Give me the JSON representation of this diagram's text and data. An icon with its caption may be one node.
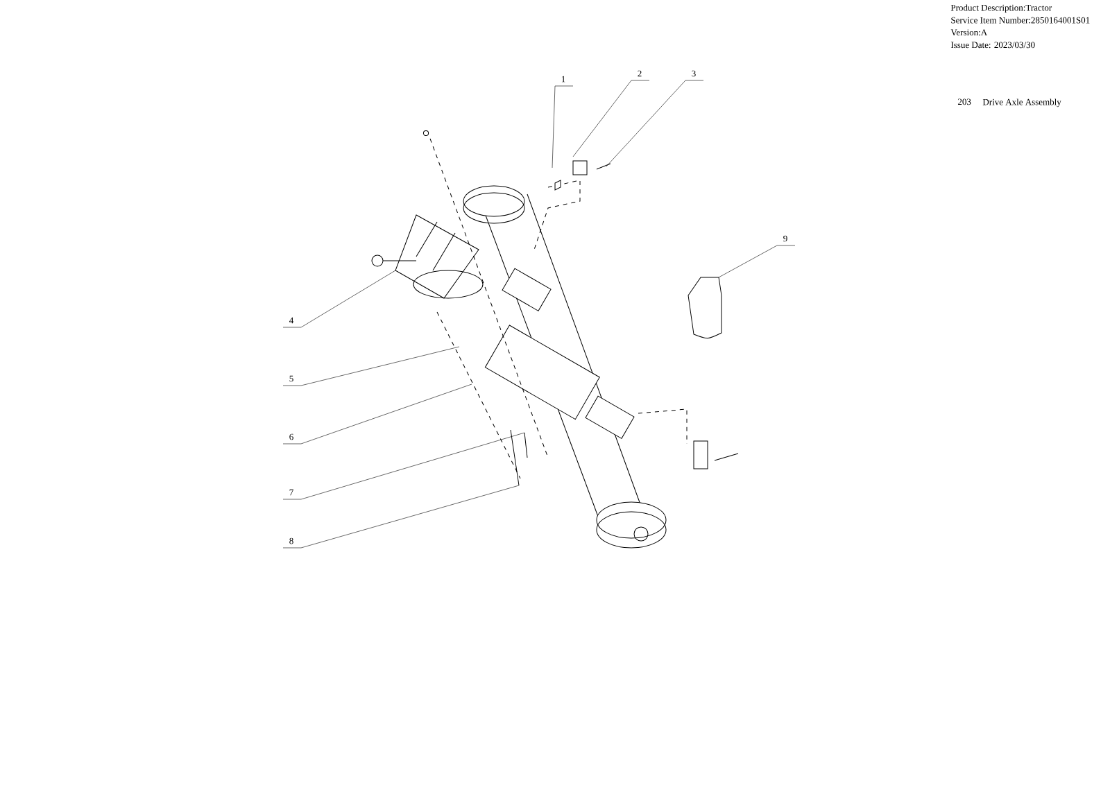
{
  "diagram": {
    "nodes": [
      {
        "text": [
          "1"
        ]
      },
      {
        "text": [
          "2"
        ]
      },
      {
        "text": [
          "3"
        ]
      },
      {
        "text": [
          "4"
        ]
      },
      {
        "text": [
          "5"
        ]
      },
      {
        "text": [
          "6"
        ]
      },
      {
        "text": [
          "7"
        ]
      },
      {
        "text": [
          "8"
        ]
      },
      {
        "text": [
          "9"
        ]
      }
    ],
    "edges": [
      {
        "from": 0,
        "to": null,
        "arrow": "none"
      },
      {
        "from": 1,
        "to": null,
        "arrow": "none"
      },
      {
        "from": 2,
        "to": null,
        "arrow": "none"
      },
      {
        "from": 3,
        "to": null,
        "arrow": "none"
      },
      {
        "from": 4,
        "to": null,
        "arrow": "none"
      },
      {
        "from": 5,
        "to": null,
        "arrow": "none"
      },
      {
        "from": 6,
        "to": null,
        "arrow": "none"
      },
      {
        "from": 7,
        "to": null,
        "arrow": "none"
      },
      {
        "from": 8,
        "to": null,
        "arrow": "none"
      }
    ],
    "labels": [
      "Product Description:Tractor",
      "Service Item Number:2850164001S01",
      "Version:A",
      "Issue Date: 2023/03/30",
      "203",
      "Drive Axle Assembly"
    ]
  }
}
